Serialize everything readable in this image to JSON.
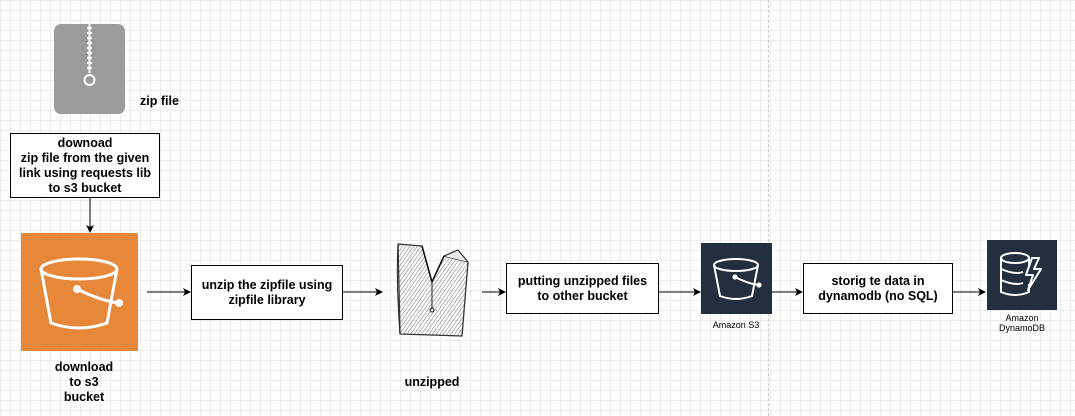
{
  "nodes": {
    "zip_file": {
      "label": "zip file",
      "icon": "zip-file-icon",
      "color": "#999999"
    },
    "download_step": {
      "label": "downoad\nzip file from the given\nlink using requests lib\nto s3 bucket"
    },
    "s3_bucket_source": {
      "label": "download\nto s3\nbucket",
      "icon": "s3-bucket-icon",
      "color": "#E7873A"
    },
    "unzip_step": {
      "label": "unzip the zipfile using\nzipfile library"
    },
    "unzipped": {
      "label": "unzipped",
      "icon": "opened-zip-sketch-icon"
    },
    "put_step": {
      "label": "putting unzipped files\nto other bucket"
    },
    "s3_bucket_target": {
      "label": "Amazon S3",
      "icon": "amazon-s3-icon",
      "color": "#232F3E"
    },
    "store_step": {
      "label": "storig te data in\ndynamodb (no SQL)"
    },
    "dynamodb": {
      "label": "Amazon\nDynamoDB",
      "icon": "amazon-dynamodb-icon",
      "color": "#232F3E"
    }
  },
  "edges": [
    {
      "from": "download_step",
      "to": "s3_bucket_source"
    },
    {
      "from": "s3_bucket_source",
      "to": "unzip_step"
    },
    {
      "from": "unzip_step",
      "to": "unzipped"
    },
    {
      "from": "unzipped",
      "to": "put_step"
    },
    {
      "from": "put_step",
      "to": "s3_bucket_target"
    },
    {
      "from": "s3_bucket_target",
      "to": "store_step"
    },
    {
      "from": "store_step",
      "to": "dynamodb"
    }
  ]
}
